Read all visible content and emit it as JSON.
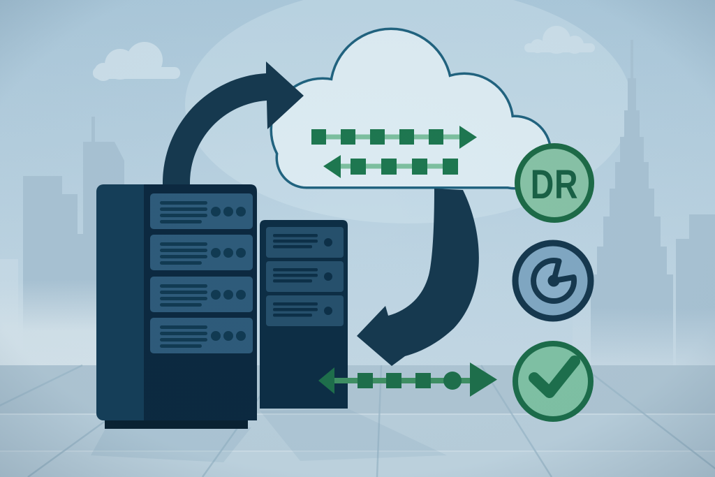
{
  "badges": [
    {
      "name": "dr-badge",
      "label": "DR",
      "fill": "#87c2a6",
      "stroke": "#1d6a47",
      "text_color": "#196045"
    },
    {
      "name": "timer-badge",
      "icon": "timer-gauge-icon",
      "fill": "#80a7c2",
      "stroke": "#16384e",
      "icon_fill": "#8aafc9"
    },
    {
      "name": "check-badge",
      "icon": "checkmark-icon",
      "fill": "#7fc1a4",
      "stroke": "#1c6c4a",
      "icon_color": "#1d6f4c"
    }
  ],
  "cloud": {
    "fill": "#dcebf2",
    "stroke": "#21637f",
    "sync_arrows": {
      "rows": 2,
      "row1": {
        "squares": 5,
        "direction": "right"
      },
      "row2": {
        "squares": 4,
        "direction": "left"
      },
      "square_color": "#1e7750",
      "line_color": "#7cbf9f"
    }
  },
  "arrows": {
    "backup_color": "#16394f",
    "restore_color": "#16394f",
    "sync": {
      "color": "#1e6f4b",
      "line_color": "#3f8f63",
      "squares": 3,
      "direction": "both"
    }
  },
  "servers": {
    "primary_rack": {
      "units": 4,
      "lines_per_unit": 4,
      "dots_per_unit": 3,
      "body": "#0c2940",
      "panel": "#153e58",
      "unit_fill": "#2e5b7a",
      "detail": "#113a52",
      "plinth": "#0a2232"
    },
    "secondary_rack": {
      "units": 3,
      "lines_per_unit": 3,
      "dots_per_unit": 1,
      "body": "#0d2e45",
      "unit_fill": "#26506c",
      "detail": "#0d3048"
    }
  },
  "background": {
    "sky_top": "#abc8da",
    "sky_bottom": "#c9dbe6",
    "building": "#a8c2d3",
    "cloud_puffs": "#cbdee9",
    "floor_upper": "#aec5d3",
    "floor_mid": "#b8cedb",
    "floor_bottom": "#bed3df",
    "tile_line": "#9ab7c8"
  }
}
